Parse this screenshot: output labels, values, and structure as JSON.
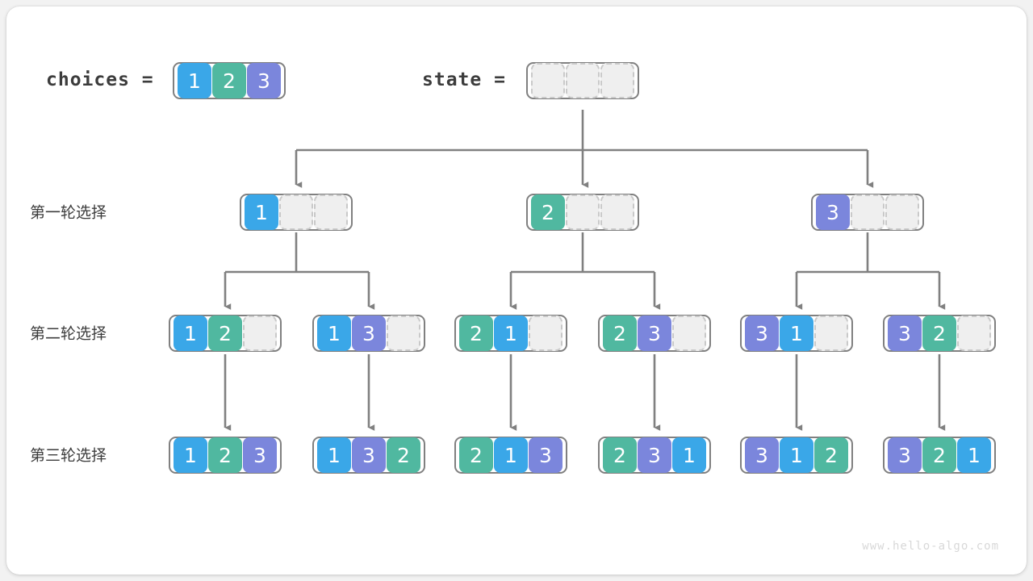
{
  "watermark": "www.hello-algo.com",
  "header": {
    "choices_label": "choices =",
    "state_label": "state ="
  },
  "colors": {
    "value_1": "#3aa7e8",
    "value_2": "#50b8a0",
    "value_3": "#7b86dc",
    "empty_fill": "#efefef",
    "empty_border": "#c9c9c9",
    "box_border": "#808080",
    "connector": "#808080",
    "text": "#3c3c3c",
    "watermark": "#d8d8d8",
    "card_background": "#ffffff",
    "page_background": "#f2f2f2"
  },
  "rows": [
    {
      "label": "第一轮选择"
    },
    {
      "label": "第二轮选择"
    },
    {
      "label": "第三轮选择"
    }
  ],
  "choices": {
    "cells": [
      "1",
      "2",
      "3"
    ]
  },
  "state": {
    "cells": [
      "",
      "",
      ""
    ]
  },
  "round1": [
    {
      "cells": [
        "1",
        "",
        ""
      ]
    },
    {
      "cells": [
        "2",
        "",
        ""
      ]
    },
    {
      "cells": [
        "3",
        "",
        ""
      ]
    }
  ],
  "round2": [
    {
      "cells": [
        "1",
        "2",
        ""
      ]
    },
    {
      "cells": [
        "1",
        "3",
        ""
      ]
    },
    {
      "cells": [
        "2",
        "1",
        ""
      ]
    },
    {
      "cells": [
        "2",
        "3",
        ""
      ]
    },
    {
      "cells": [
        "3",
        "1",
        ""
      ]
    },
    {
      "cells": [
        "3",
        "2",
        ""
      ]
    }
  ],
  "round3": [
    {
      "cells": [
        "1",
        "2",
        "3"
      ]
    },
    {
      "cells": [
        "1",
        "3",
        "2"
      ]
    },
    {
      "cells": [
        "2",
        "1",
        "3"
      ]
    },
    {
      "cells": [
        "2",
        "3",
        "1"
      ]
    },
    {
      "cells": [
        "3",
        "1",
        "2"
      ]
    },
    {
      "cells": [
        "3",
        "2",
        "1"
      ]
    }
  ]
}
